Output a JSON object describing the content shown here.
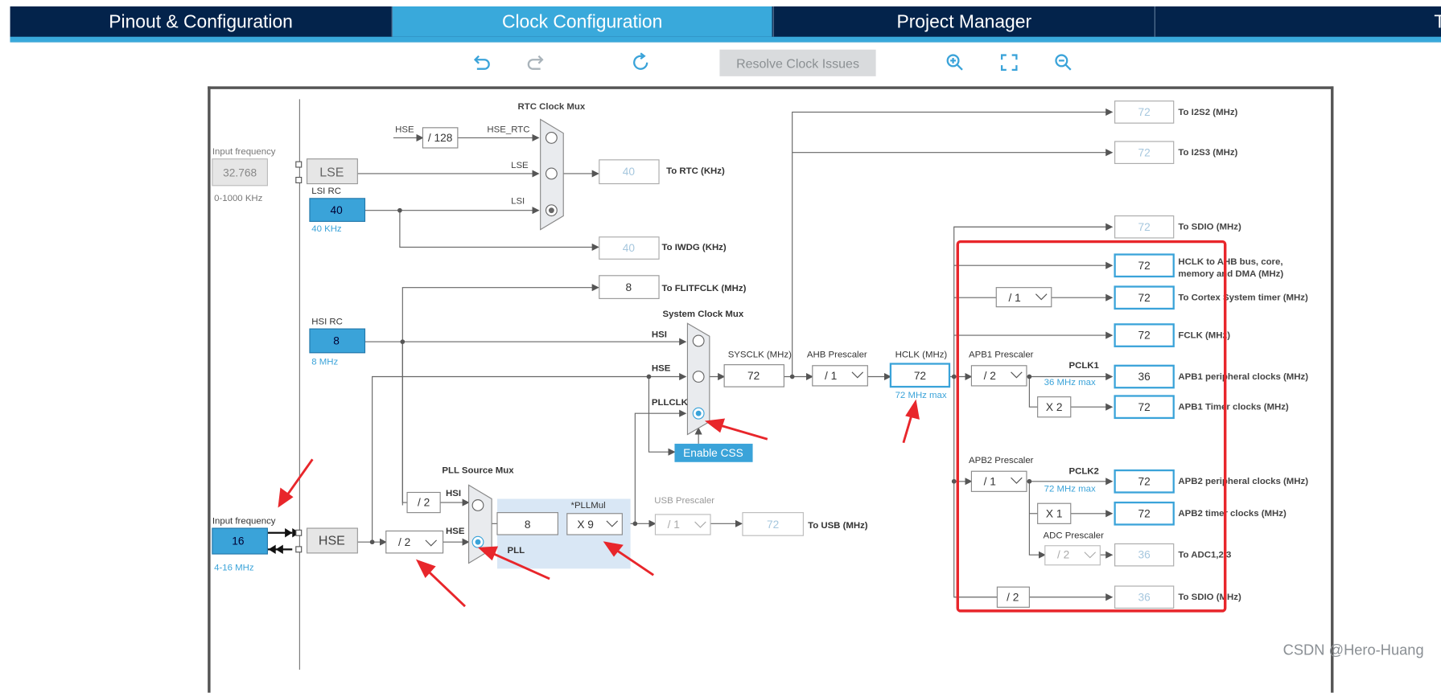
{
  "tabs": [
    {
      "label": "Pinout & Configuration",
      "active": false
    },
    {
      "label": "Clock Configuration",
      "active": true
    },
    {
      "label": "Project Manager",
      "active": false
    },
    {
      "label": "Tools",
      "active": false
    }
  ],
  "toolbar": {
    "undo_icon": "undo-icon",
    "redo_icon": "redo-icon",
    "reset_icon": "refresh-icon",
    "resolve_label": "Resolve Clock Issues",
    "zoom_in_icon": "zoom-in-icon",
    "fit_icon": "fit-screen-icon",
    "zoom_out_icon": "zoom-out-icon"
  },
  "left": {
    "lse_input_label": "Input frequency",
    "lse_input_value": "32.768",
    "lse_range": "0-1000 KHz",
    "lse_label": "LSE",
    "lsi_rc_label": "LSI RC",
    "lsi_value": "40",
    "lsi_freq": "40 KHz",
    "hsi_rc_label": "HSI RC",
    "hsi_value": "8",
    "hsi_freq": "8 MHz",
    "hse_input_label": "Input frequency",
    "hse_input_value": "16",
    "hse_range": "4-16 MHz",
    "hse_label": "HSE"
  },
  "rtc": {
    "mux_title": "RTC Clock Mux",
    "hse_label": "HSE",
    "div128": "/ 128",
    "hse_rtc_label": "HSE_RTC",
    "lse_label": "LSE",
    "lsi_label": "LSI",
    "rtc_out_value": "40",
    "rtc_out_label": "To RTC (KHz)",
    "iwdg_value": "40",
    "iwdg_label": "To IWDG (KHz)"
  },
  "flit": {
    "value": "8",
    "label": "To FLITFCLK (MHz)"
  },
  "sysmux": {
    "title": "System Clock Mux",
    "hsi": "HSI",
    "hse": "HSE",
    "pllclk": "PLLCLK",
    "enable_css": "Enable CSS"
  },
  "pll": {
    "src_title": "PLL Source Mux",
    "hsi_div": "/ 2",
    "hsi_label": "HSI",
    "hse_label": "HSE",
    "hse_prediv": "/ 2",
    "pll_label": "PLL",
    "pllmul_label": "*PLLMul",
    "pll_in": "8",
    "pllmul": "X 9"
  },
  "usb": {
    "prescaler_label": "USB Prescaler",
    "prescaler": "/ 1",
    "value": "72",
    "out_label": "To USB (MHz)"
  },
  "sysclk": {
    "label": "SYSCLK (MHz)",
    "value": "72"
  },
  "ahb": {
    "label": "AHB Prescaler",
    "value": "/ 1"
  },
  "hclk": {
    "label": "HCLK (MHz)",
    "value": "72",
    "max": "72 MHz max"
  },
  "apb1": {
    "label": "APB1 Prescaler",
    "value": "/ 2",
    "pclk": "PCLK1",
    "max": "36 MHz max",
    "timer_mul": "X 2"
  },
  "apb2": {
    "label": "APB2 Prescaler",
    "value": "/ 1",
    "pclk": "PCLK2",
    "max": "72 MHz max",
    "timer_mul": "X 1"
  },
  "adc": {
    "label": "ADC Prescaler",
    "value": "/ 2"
  },
  "sdio_div": "/ 2",
  "cortex_div": "/ 1",
  "outputs": [
    {
      "value": "72",
      "label": "To I2S2 (MHz)",
      "active": false
    },
    {
      "value": "72",
      "label": "To I2S3 (MHz)",
      "active": false
    },
    {
      "value": "72",
      "label": "To SDIO (MHz)",
      "active": false
    },
    {
      "value": "72",
      "label": "HCLK to AHB bus, core,",
      "label2": "memory and DMA (MHz)",
      "active": true
    },
    {
      "value": "72",
      "label": "To Cortex System timer (MHz)",
      "active": true
    },
    {
      "value": "72",
      "label": "FCLK (MHz)",
      "active": true
    },
    {
      "value": "36",
      "label": "APB1 peripheral clocks (MHz)",
      "active": true
    },
    {
      "value": "72",
      "label": "APB1 Timer clocks (MHz)",
      "active": true
    },
    {
      "value": "72",
      "label": "APB2 peripheral clocks (MHz)",
      "active": true
    },
    {
      "value": "72",
      "label": "APB2 timer clocks (MHz)",
      "active": true
    },
    {
      "value": "36",
      "label": "To ADC1,2,3",
      "active": false
    },
    {
      "value": "36",
      "label": "To SDIO (MHz)",
      "active": false
    }
  ],
  "watermark": "CSDN @Hero-Huang",
  "colors": {
    "tab_bg": "#03234b",
    "accent": "#39a9db",
    "annotation": "#e8262b",
    "source_fill": "#3aa3d9"
  }
}
